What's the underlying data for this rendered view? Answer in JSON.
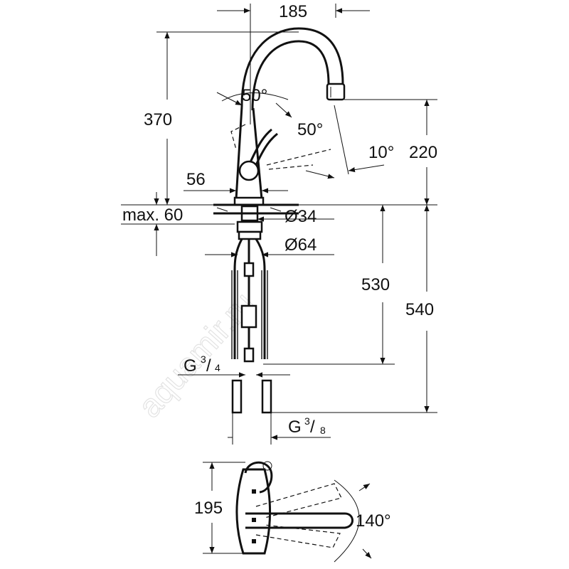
{
  "dimensions": {
    "spout_reach": "185",
    "total_height": "370",
    "spout_height": "220",
    "lever_angle_left": "50°",
    "lever_angle_right": "50°",
    "spray_angle": "10°",
    "lever_offset": "56",
    "max_thickness": "max. 60",
    "hole_diameter": "Ø34",
    "rosette_diameter": "Ø64",
    "hose_length_530": "530",
    "hose_length_540": "540",
    "thread_main": "G",
    "thread_main_sup": "3",
    "thread_main_sub": "4",
    "thread_supply": "G",
    "thread_supply_sup": "3",
    "thread_supply_sub": "8",
    "top_view_depth": "195",
    "swivel_angle": "140°"
  },
  "watermark": "aquamir.ru",
  "colors": {
    "line": "#111111",
    "background": "#ffffff",
    "watermark": "#e3e3e3"
  }
}
